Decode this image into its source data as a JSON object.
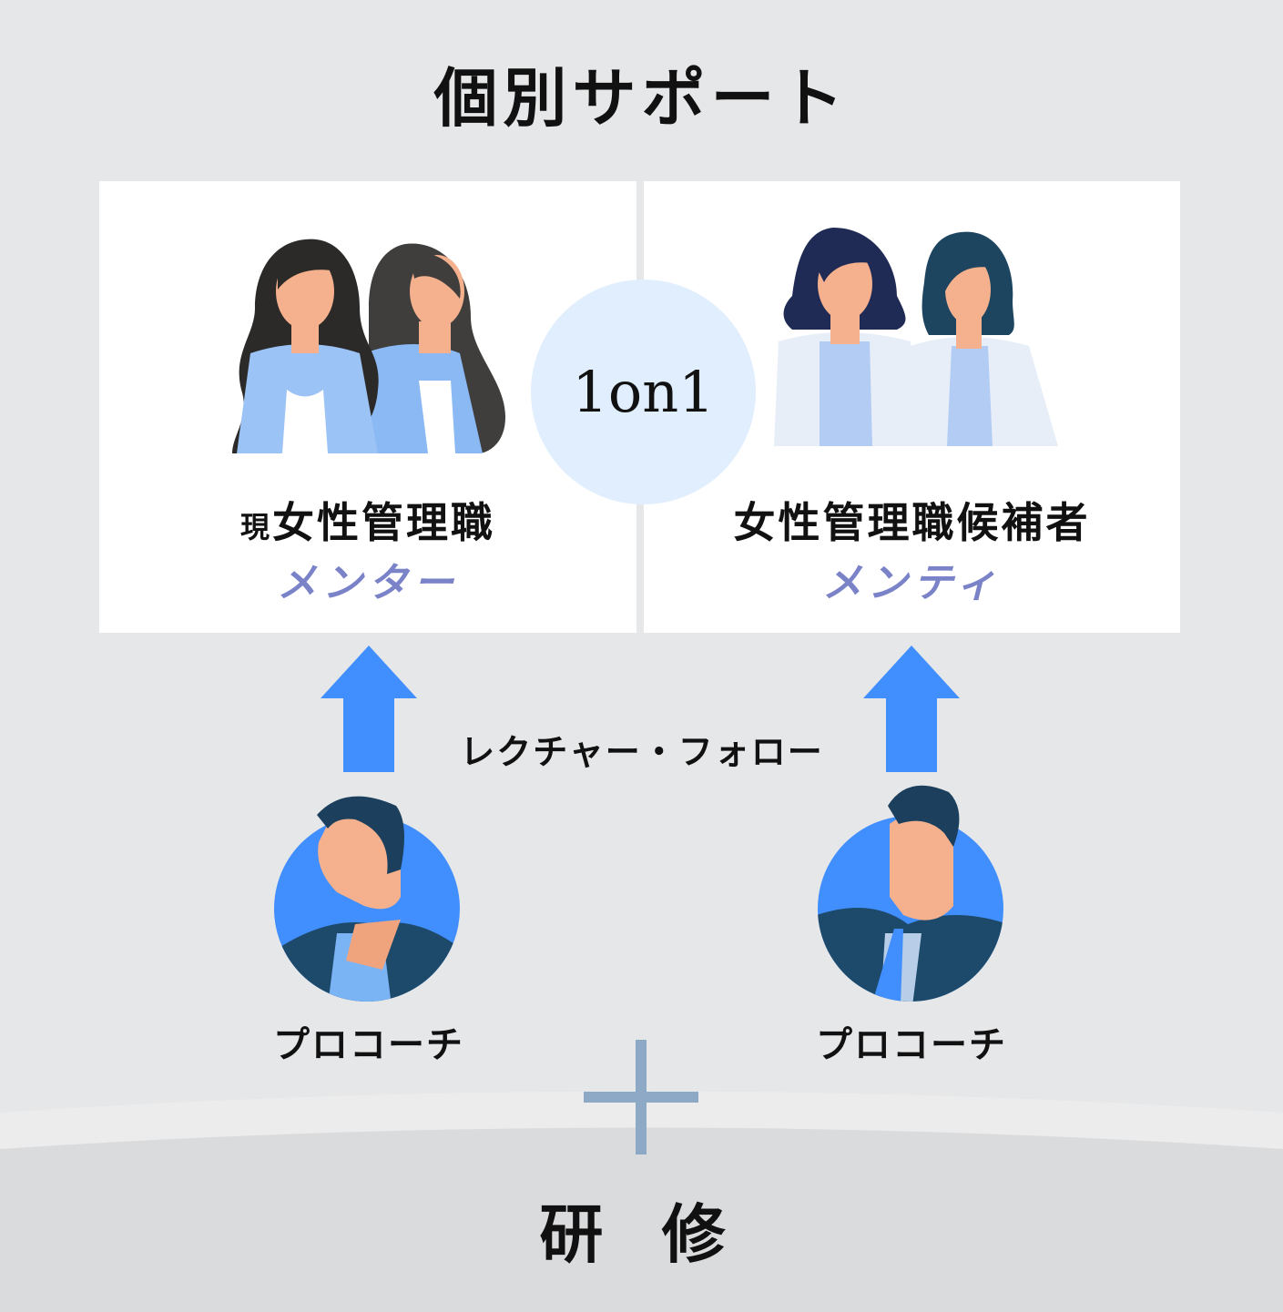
{
  "header": {
    "title": "個別サポート"
  },
  "mentor_panel": {
    "role_prefix": "現",
    "role": "女性管理職",
    "subtitle": "メンター"
  },
  "mentee_panel": {
    "role": "女性管理職候補者",
    "subtitle": "メンティ"
  },
  "connector": {
    "label": "1on1"
  },
  "support": {
    "label": "レクチャー・フォロー"
  },
  "coaches": [
    {
      "label": "プロコーチ"
    },
    {
      "label": "プロコーチ"
    }
  ],
  "footer": {
    "plus_icon": "plus-icon",
    "label": "研 修"
  },
  "colors": {
    "background": "#e6e7e8",
    "panel": "#ffffff",
    "accent_blue": "#418ffe",
    "subtitle_purple": "#7a82c8",
    "circle_fill": "#e1eefd",
    "plus": "#8ea9c6"
  }
}
